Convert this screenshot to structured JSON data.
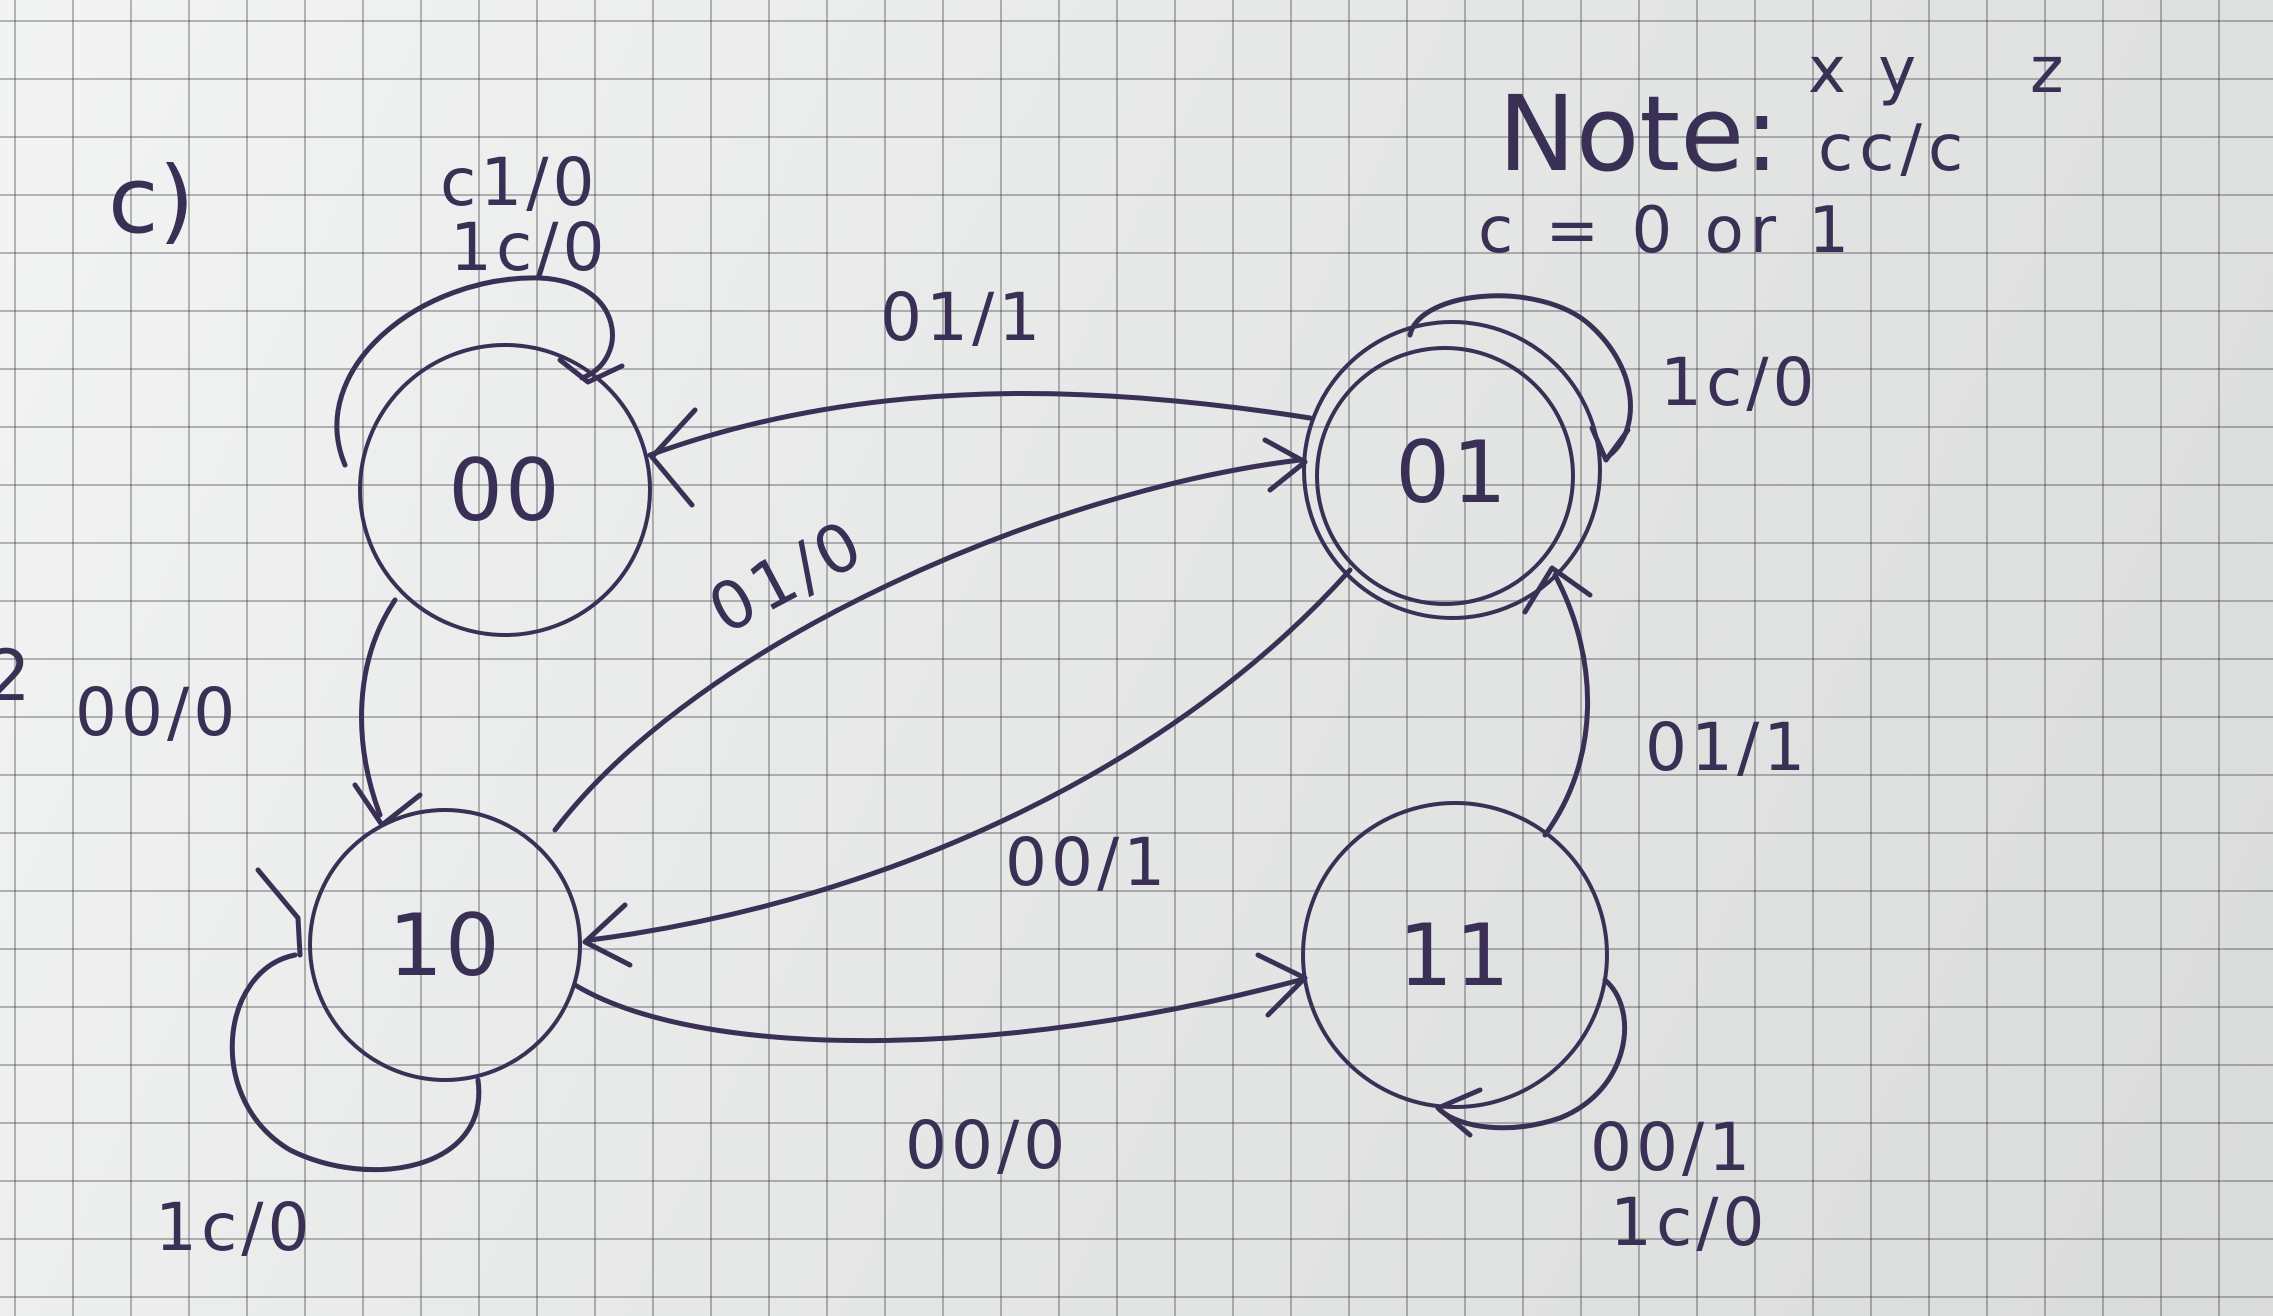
{
  "part_label": "c)",
  "note": {
    "title": "Note:",
    "header_xy": "x y",
    "header_z": "z",
    "format": "cc/c",
    "legend": "c = 0 or 1"
  },
  "states": [
    {
      "id": "00",
      "label": "00"
    },
    {
      "id": "01",
      "label": "01"
    },
    {
      "id": "10",
      "label": "10"
    },
    {
      "id": "11",
      "label": "11"
    }
  ],
  "transitions": [
    {
      "from": "00",
      "to": "00",
      "labels": [
        "c1/0",
        "1c/0"
      ]
    },
    {
      "from": "01",
      "to": "00",
      "labels": [
        "01/1"
      ]
    },
    {
      "from": "00",
      "to": "10",
      "labels": [
        "00/0"
      ]
    },
    {
      "from": "01",
      "to": "01",
      "labels": [
        "1c/0"
      ]
    },
    {
      "from": "10",
      "to": "01",
      "labels": [
        "01/0"
      ]
    },
    {
      "from": "01",
      "to": "10",
      "labels": [
        "00/1"
      ]
    },
    {
      "from": "10",
      "to": "10",
      "labels": [
        "1c/0"
      ]
    },
    {
      "from": "10",
      "to": "11",
      "labels": [
        "00/0"
      ]
    },
    {
      "from": "11",
      "to": "01",
      "labels": [
        "01/1"
      ]
    },
    {
      "from": "11",
      "to": "11",
      "labels": [
        "00/1",
        "1c/0"
      ]
    }
  ],
  "stray_mark": "2",
  "colors": {
    "ink": "#3a2f55",
    "paper": "#eceeed",
    "grid": "#5a5a66"
  }
}
